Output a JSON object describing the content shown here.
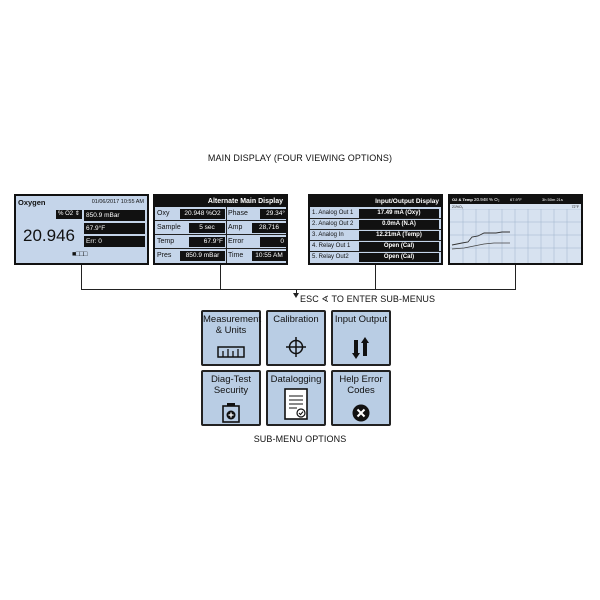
{
  "captions": {
    "main_display": "MAIN DISPLAY (FOUR VIEWING OPTIONS)",
    "esc_note": "ESC ∢ TO ENTER SUB-MENUS",
    "submenu": "SUB-MENU OPTIONS"
  },
  "screen1": {
    "title": "Oxygen",
    "datetime": "01/06/2017 10:55 AM",
    "unit": "% O2 ⇕",
    "value": "20.946",
    "pressure": "850.9 mBar",
    "temp": "67.9°F",
    "error": "Err: 0",
    "page_dots": "■□□□"
  },
  "screen2": {
    "title": "Alternate Main Display",
    "rows": [
      {
        "l1": "Oxy",
        "v1": "20.948 %O2",
        "l2": "Phase",
        "v2": "29.34°"
      },
      {
        "l1": "Sample",
        "v1": "5 sec",
        "l2": "Amp",
        "v2": "28,716"
      },
      {
        "l1": "Temp",
        "v1": "67.9°F",
        "l2": "Error",
        "v2": "0"
      },
      {
        "l1": "Pres",
        "v1": "850.9 mBar",
        "l2": "Time",
        "v2": "10:55 AM"
      }
    ]
  },
  "screen3": {
    "title": "Input/Output Display",
    "rows": [
      {
        "label": "1. Analog Out 1",
        "value": "17.49 mA (Oxy)"
      },
      {
        "label": "2. Analog Out 2",
        "value": "0.0mA (N.A)"
      },
      {
        "label": "3. Analog In",
        "value": "12.21mA (Temp)"
      },
      {
        "label": "4. Relay Out 1",
        "value": "Open (Cal)"
      },
      {
        "label": "5. Relay Out2",
        "value": "Open (Cal)"
      }
    ]
  },
  "screen4": {
    "header_left": "O2 & Temp",
    "header_value": "20.948 % O₂",
    "header_temp": "67.9°F",
    "header_time": "3h 50m 21s",
    "axis_left": "21%O₂",
    "axis_right": "72°F"
  },
  "submenus": [
    {
      "label_1": "Measurement",
      "label_2": "& Units",
      "icon": "ruler-icon"
    },
    {
      "label_1": "Calibration",
      "label_2": "",
      "icon": "crosshair-icon"
    },
    {
      "label_1": "Input Output",
      "label_2": "",
      "icon": "up-down-arrows-icon"
    },
    {
      "label_1": "Diag-Test",
      "label_2": "Security",
      "icon": "battery-plus-icon"
    },
    {
      "label_1": "Datalogging",
      "label_2": "",
      "icon": "clipboard-check-icon"
    },
    {
      "label_1": "Help Error",
      "label_2": "Codes",
      "icon": "close-circle-icon"
    }
  ]
}
